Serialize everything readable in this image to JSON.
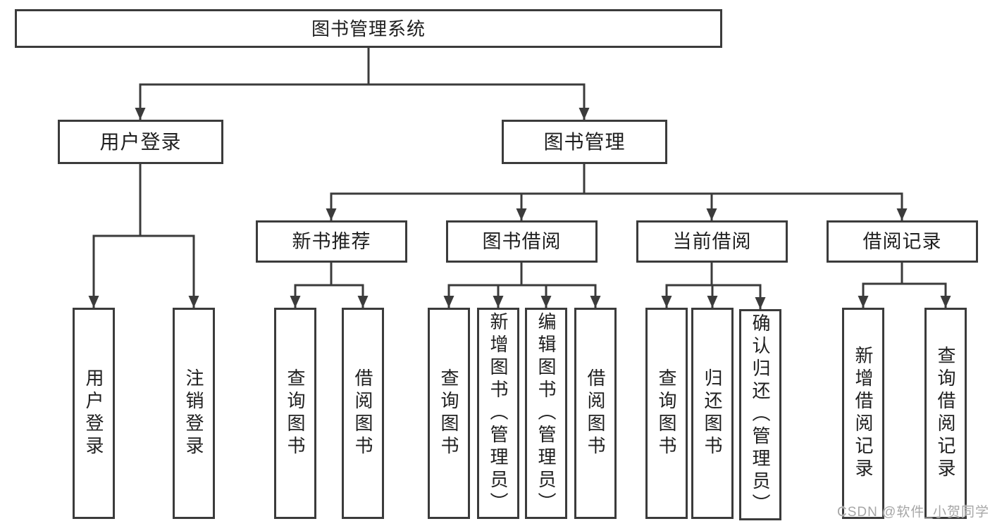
{
  "watermark": {
    "text": "CSDN @软件_小贺同学"
  },
  "colors": {
    "line": "#3b3b3b",
    "text": "#1f1f1f",
    "background": "#ffffff",
    "watermark": "#9e9e9e"
  },
  "tree": {
    "label": "图书管理系统",
    "children": [
      {
        "label": "用户登录",
        "children": [
          {
            "label": "用户登录"
          },
          {
            "label": "注销登录"
          }
        ]
      },
      {
        "label": "图书管理",
        "children": [
          {
            "label": "新书推荐",
            "children": [
              {
                "label": "查询图书"
              },
              {
                "label": "借阅图书"
              }
            ]
          },
          {
            "label": "图书借阅",
            "children": [
              {
                "label": "查询图书"
              },
              {
                "label": "新增图书（管理员）"
              },
              {
                "label": "编辑图书（管理员）"
              },
              {
                "label": "借阅图书"
              }
            ]
          },
          {
            "label": "当前借阅",
            "children": [
              {
                "label": "查询图书"
              },
              {
                "label": "归还图书"
              },
              {
                "label": "确认归还（管理员）"
              }
            ]
          },
          {
            "label": "借阅记录",
            "children": [
              {
                "label": "新增借阅记录"
              },
              {
                "label": "查询借阅记录"
              }
            ]
          }
        ]
      }
    ]
  }
}
